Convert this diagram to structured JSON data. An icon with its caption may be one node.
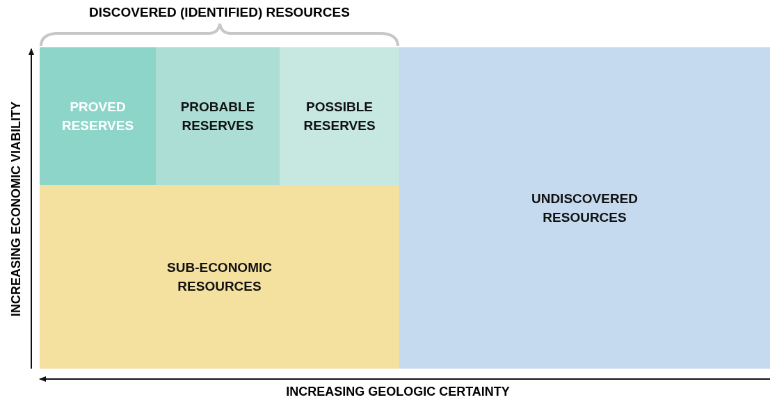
{
  "diagram": {
    "nodes": [
      {
        "text": [
          "PROVED RESERVES"
        ]
      },
      {
        "text": [
          "PROBABLE RESERVES"
        ]
      },
      {
        "text": [
          "POSSIBLE RESERVES"
        ]
      },
      {
        "text": [
          "SUB-ECONOMIC RESOURCES"
        ]
      },
      {
        "text": [
          "UNDISCOVERED RESOURCES"
        ]
      }
    ],
    "labels": [
      "DISCOVERED (IDENTIFIED) RESOURCES",
      "INCREASING ECONOMIC VIABILITY",
      "INCREASING GEOLOGIC CERTAINTY"
    ]
  }
}
